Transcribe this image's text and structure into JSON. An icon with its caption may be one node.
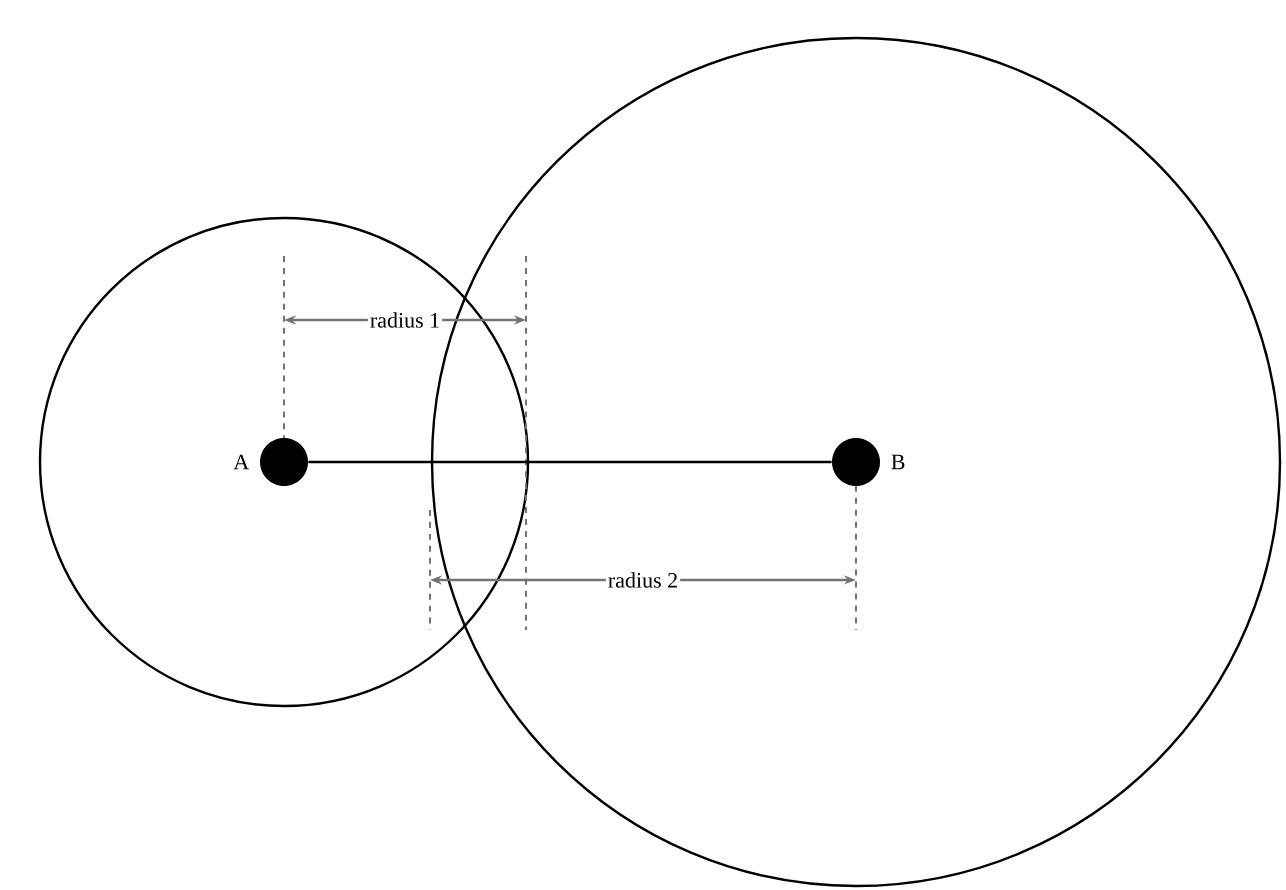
{
  "diagram": {
    "nodes": [
      {
        "text": [],
        "shape": "circle",
        "beside": [
          "A"
        ]
      },
      {
        "text": [],
        "shape": "circle",
        "beside": [
          "B"
        ]
      }
    ],
    "edges": [
      {
        "from": 0,
        "to": 1,
        "arrow": "none"
      }
    ],
    "labels": [
      "radius 1",
      "radius 2"
    ]
  }
}
